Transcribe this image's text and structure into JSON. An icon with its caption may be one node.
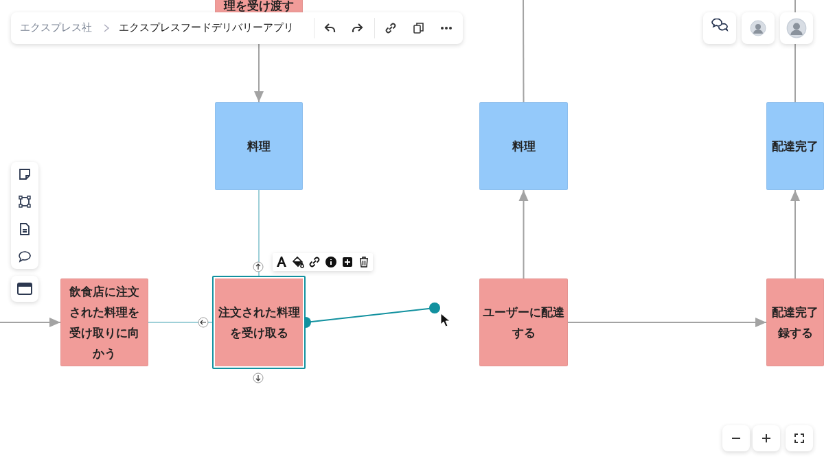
{
  "diagram": {
    "nodes": [
      {
        "text": [
          "理を受け渡す"
        ]
      },
      {
        "text": [
          "料理"
        ]
      },
      {
        "text": [
          "料理"
        ]
      },
      {
        "text": [
          "配達完了"
        ]
      },
      {
        "text": [
          "飲食店に注文された料理を受け取りに向かう"
        ]
      },
      {
        "text": [
          "注文された料理を受け取る"
        ]
      },
      {
        "text": [
          "ユーザーに配達する"
        ]
      },
      {
        "text": [
          "配達完了録する"
        ]
      }
    ],
    "edges": [
      {
        "from": 0,
        "to": 1,
        "arrow": "to"
      },
      {
        "from": 1,
        "to": 5,
        "arrow": "none",
        "color": "#9fd0d8"
      },
      {
        "from": null,
        "to": 4,
        "arrow": "to"
      },
      {
        "from": 4,
        "to": 5,
        "arrow": "none",
        "color": "#9fd0d8"
      },
      {
        "from": 5,
        "to": null,
        "arrow": "other",
        "color": "#12919f"
      },
      {
        "from": 6,
        "to": 2,
        "arrow": "to"
      },
      {
        "from": 2,
        "to": null,
        "arrow": "none"
      },
      {
        "from": 6,
        "to": 7,
        "arrow": "to"
      },
      {
        "from": 7,
        "to": 3,
        "arrow": "to"
      },
      {
        "from": 3,
        "to": null,
        "arrow": "none"
      }
    ],
    "labels": [
      "エクスプレス社",
      "エクスプレスフードデリバリーアプリ"
    ]
  }
}
